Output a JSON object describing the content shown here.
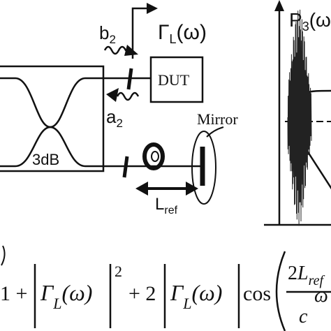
{
  "labels": {
    "b2": "b",
    "b2_sub": "2",
    "a2": "a",
    "a2_sub": "2",
    "gamma": "Γ",
    "gamma_sub": "L",
    "gamma_arg": "(ω)",
    "dut": "DUT",
    "mirror": "Mirror",
    "coupler": "3dB",
    "lref": "L",
    "lref_sub": "ref",
    "p3": "P",
    "p3_sub": "3",
    "p3_arg": "(ω"
  },
  "equation": {
    "one_plus": "1 +",
    "gamma": "Γ",
    "sub_L": "L",
    "omega_arg": "(ω)",
    "power": "2",
    "plus_two": "+ 2",
    "cos": "cos",
    "frac_num_two": "2",
    "frac_num_L": "L",
    "frac_num_ref": "ref",
    "frac_den": "c",
    "omega": "ω"
  },
  "colors": {
    "ink": "#111111",
    "background": "#ffffff"
  }
}
